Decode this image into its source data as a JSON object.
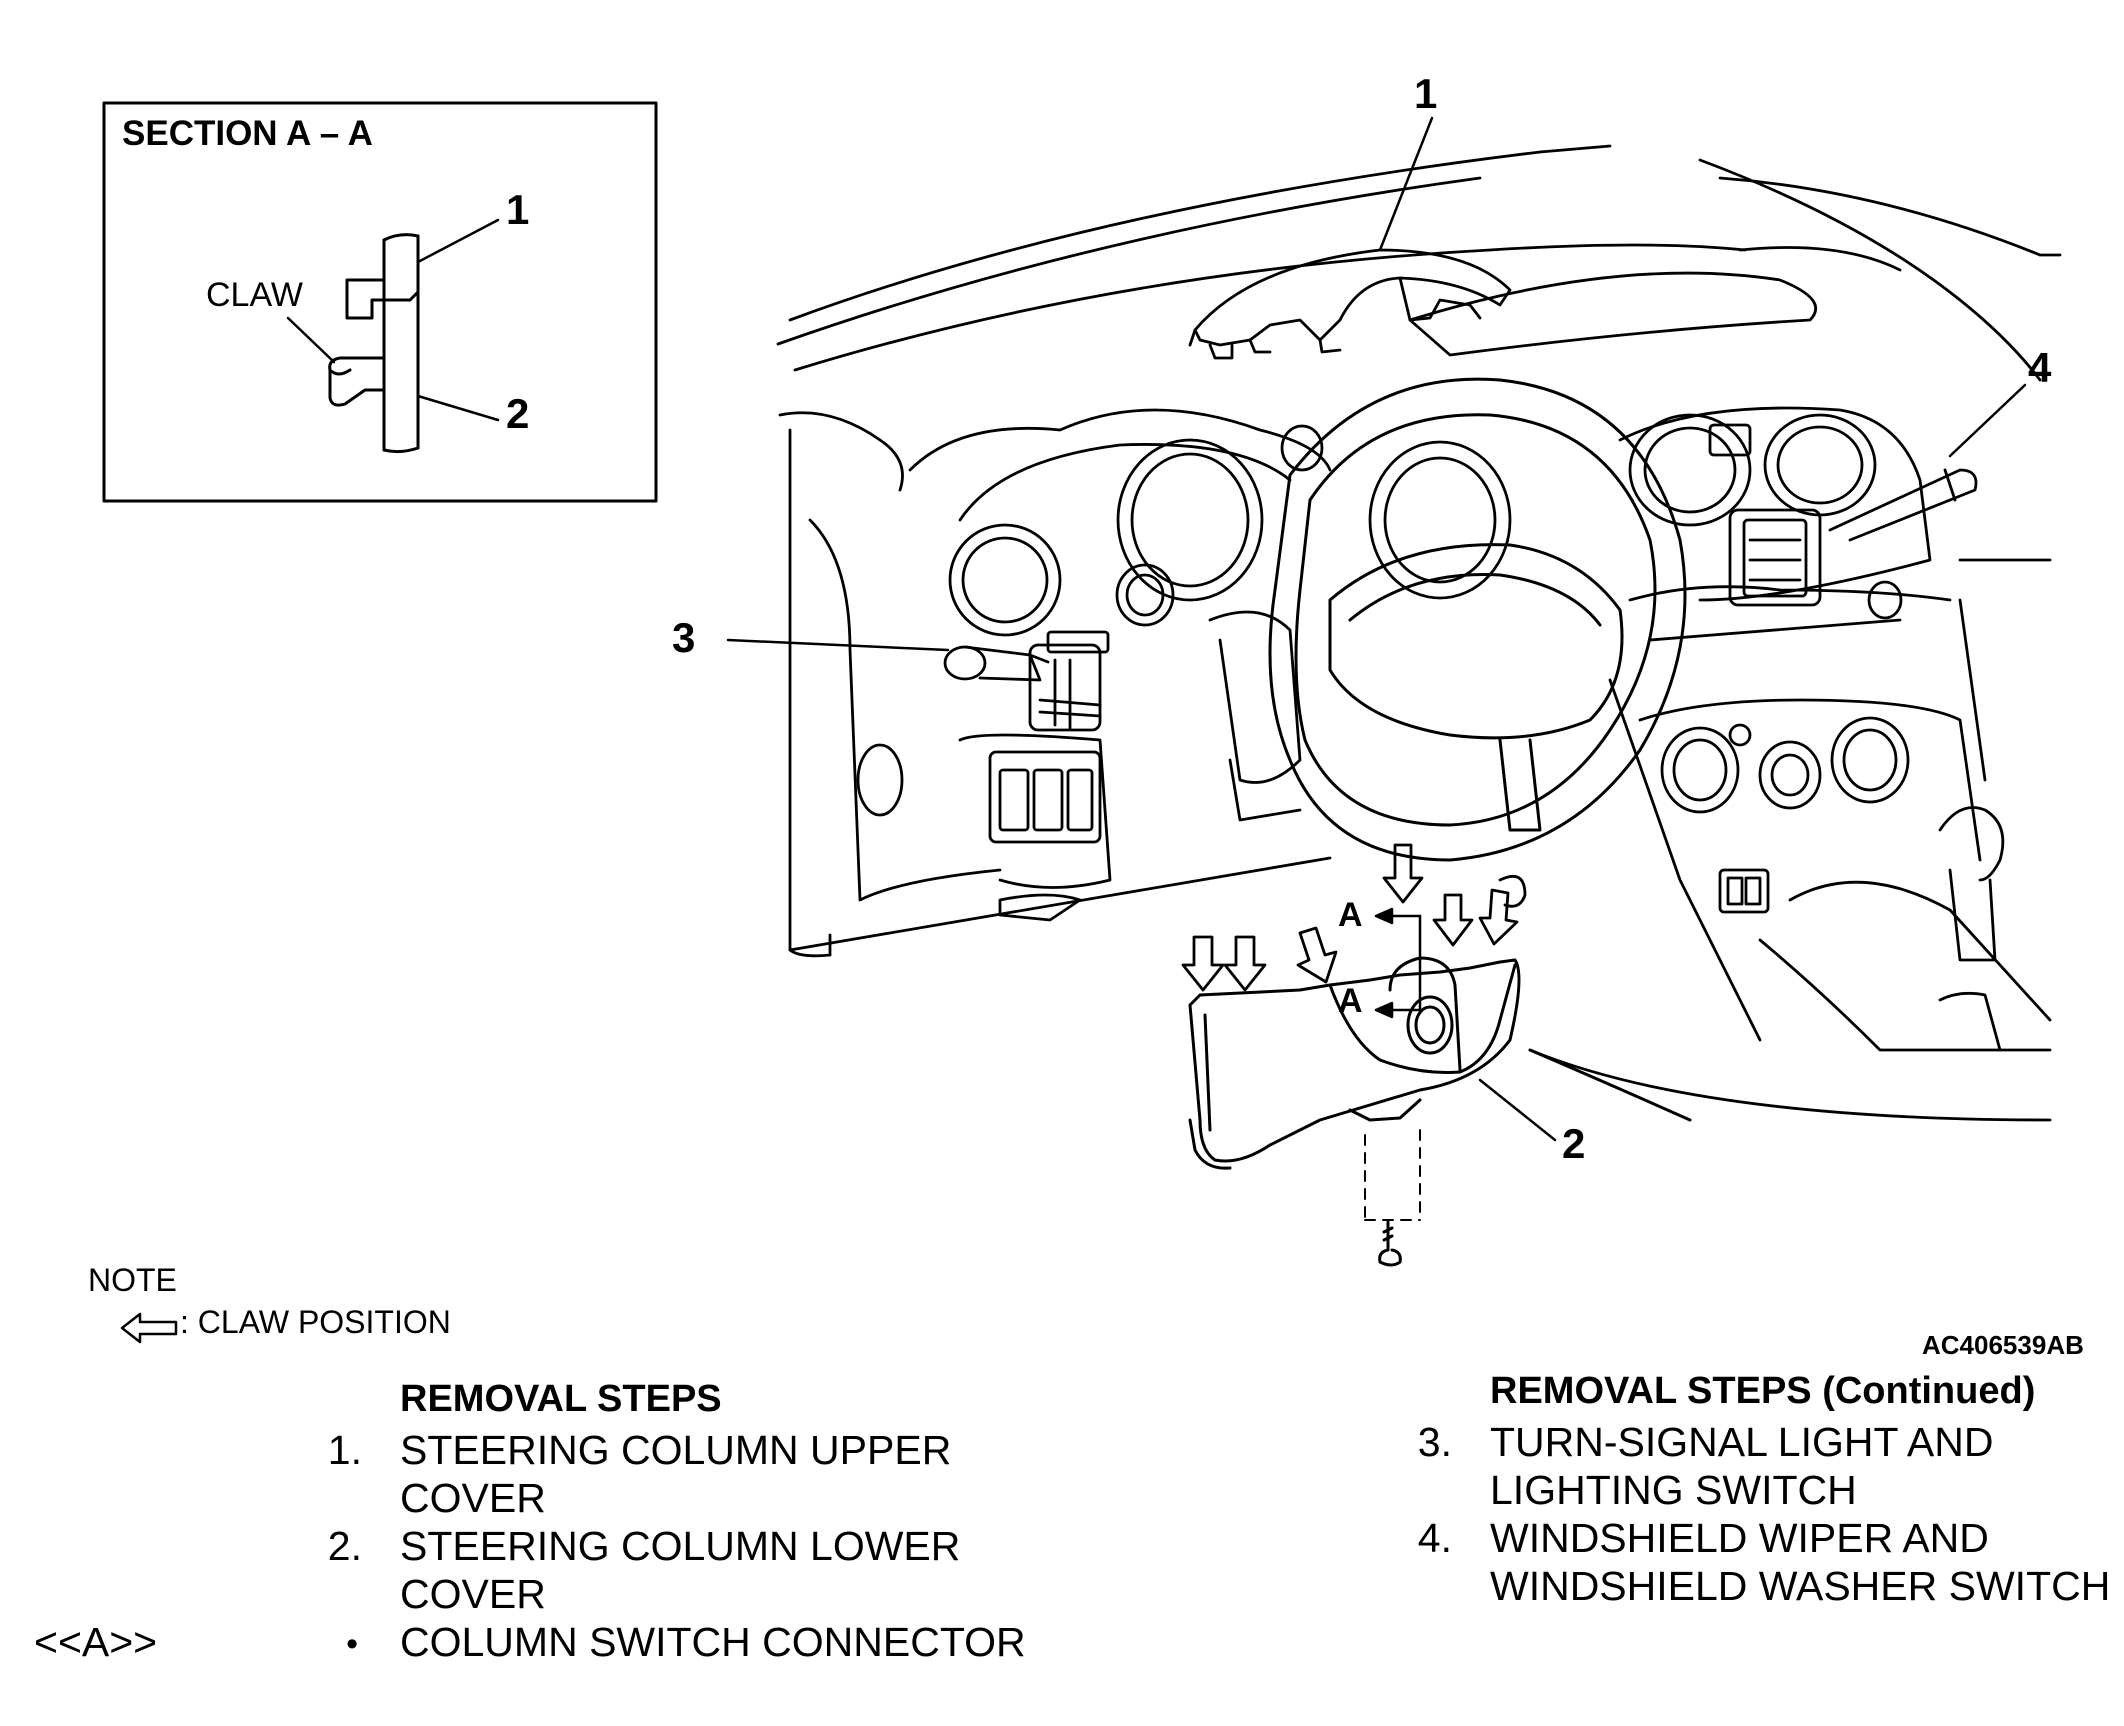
{
  "section_box": {
    "title": "SECTION A – A",
    "claw_label": "CLAW",
    "callout_1": "1",
    "callout_2": "2"
  },
  "diagram": {
    "callouts": [
      "1",
      "2",
      "3",
      "4"
    ],
    "section_marks": [
      "A",
      "A"
    ],
    "figure_code": "AC406539AB"
  },
  "note": {
    "title": "NOTE",
    "legend_text": ": CLAW POSITION",
    "legend_icon": "hollow-arrow-left-icon"
  },
  "removal_steps": {
    "heading": "REMOVAL STEPS",
    "items": [
      {
        "num": "1.",
        "lines": [
          "STEERING COLUMN UPPER",
          "COVER"
        ]
      },
      {
        "num": "2.",
        "lines": [
          "STEERING COLUMN LOWER",
          "COVER"
        ]
      },
      {
        "num": "•",
        "lines": [
          "COLUMN SWITCH CONNECTOR"
        ],
        "marker": "<<A>>"
      }
    ]
  },
  "removal_steps_continued": {
    "heading": "REMOVAL STEPS (Continued)",
    "items": [
      {
        "num": "3.",
        "lines": [
          "TURN-SIGNAL LIGHT AND",
          "LIGHTING SWITCH"
        ]
      },
      {
        "num": "4.",
        "lines": [
          "WINDSHIELD WIPER AND",
          "WINDSHIELD WASHER SWITCH"
        ]
      }
    ]
  }
}
